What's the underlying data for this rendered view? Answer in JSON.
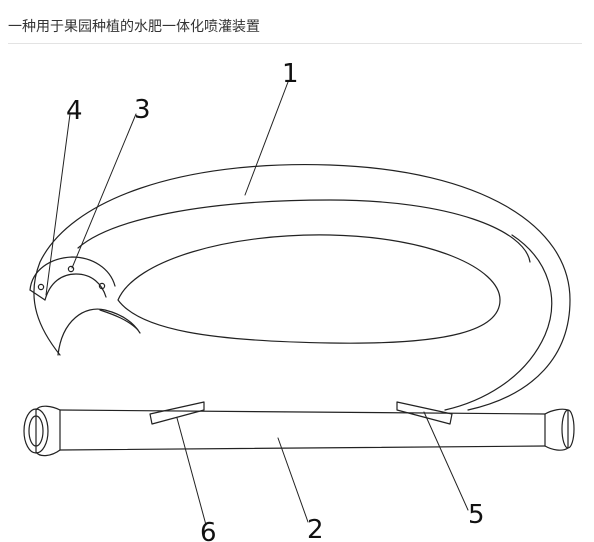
{
  "header": {
    "title": "一种用于果园种植的水肥一体化喷灌装置"
  },
  "figure": {
    "labels": [
      "1",
      "2",
      "3",
      "4",
      "5",
      "6"
    ],
    "line_color": "#222222"
  }
}
